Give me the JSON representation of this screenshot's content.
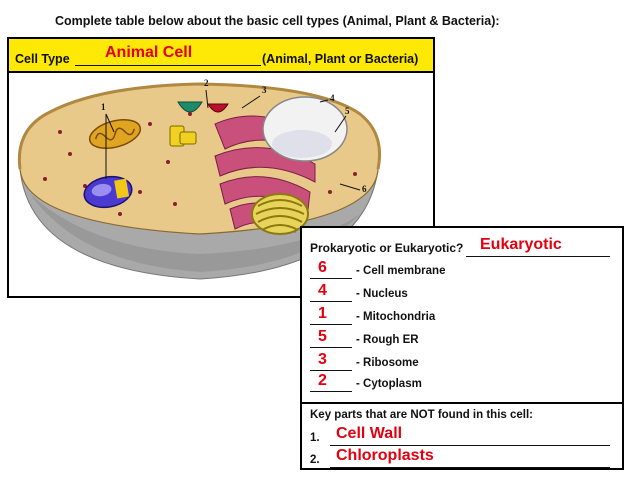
{
  "instruction": "Complete table below about the basic cell types (Animal, Plant & Bacteria):",
  "cell_type": {
    "label": "Cell Type",
    "answer": "Animal Cell",
    "options": "(Animal, Plant or Bacteria)"
  },
  "diagram_labels": [
    "1",
    "2",
    "3",
    "4",
    "5",
    "6"
  ],
  "prokaryotic": {
    "label": "Prokaryotic or Eukaryotic?",
    "answer": "Eukaryotic"
  },
  "parts": [
    {
      "number": "6",
      "name": "- Cell membrane"
    },
    {
      "number": "4",
      "name": "- Nucleus"
    },
    {
      "number": "1",
      "name": "- Mitochondria"
    },
    {
      "number": "5",
      "name": "- Rough ER"
    },
    {
      "number": "3",
      "name": "- Ribosome"
    },
    {
      "number": "2",
      "name": "- Cytoplasm"
    }
  ],
  "missing": {
    "heading": "Key parts that are NOT found in this cell:",
    "items": [
      {
        "number": "1.",
        "answer": "Cell Wall"
      },
      {
        "number": "2.",
        "answer": "Chloroplasts"
      }
    ]
  },
  "colors": {
    "title_bar": "#fde905",
    "answer_red": "#e3000f",
    "cytoplasm": "#e9c98a",
    "cell_base": "#a9a9a9",
    "nucleus": "#f2f2f2",
    "rough_er": "#c8507a"
  }
}
